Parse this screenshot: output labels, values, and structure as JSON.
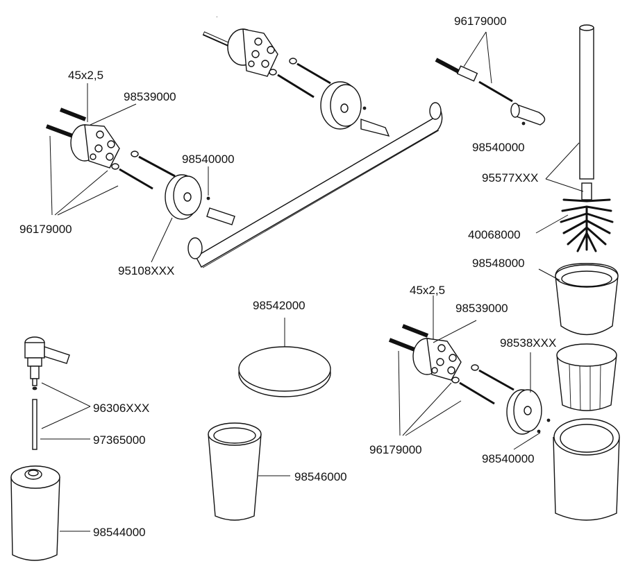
{
  "labels": {
    "wall_screw_size_left": "45x2,5",
    "mount_plate_left": "98539000",
    "screws_left": "96179000",
    "grub_screw_left": "98540000",
    "cover_rosette_left": "95108XXX",
    "screws_top_right": "96179000",
    "grub_screw_top_right": "98540000",
    "brush_handle": "95577XXX",
    "brush_head": "40068000",
    "brush_insert": "98548000",
    "glass_lid": "98542000",
    "wall_screw_size_right": "45x2,5",
    "mount_plate_right": "98539000",
    "cover_rosette_right": "98538XXX",
    "screws_right": "96179000",
    "grub_screw_right": "98540000",
    "pump_head": "96306XXX",
    "pump_tube": "97365000",
    "tumbler_glass": "98546000",
    "dispenser_glass": "98544000"
  }
}
